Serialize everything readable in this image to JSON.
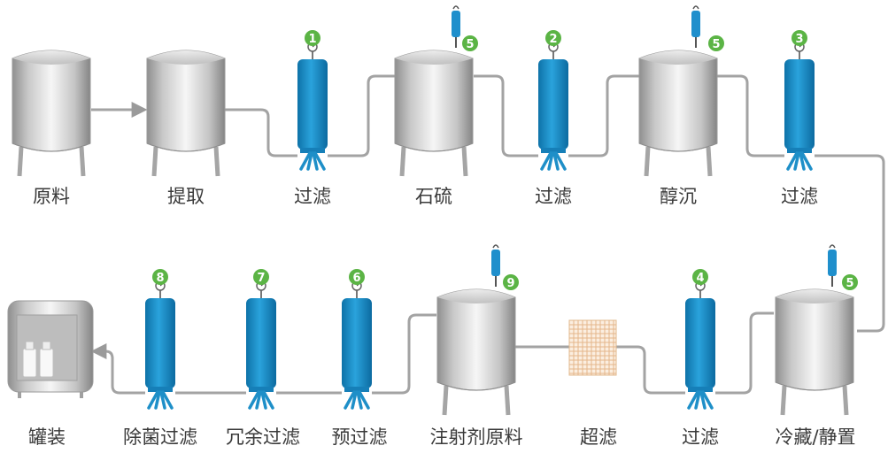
{
  "stages": {
    "s1": "原料",
    "s2": "提取",
    "s3": "过滤",
    "s4": "石硫",
    "s5": "过滤",
    "s6": "醇沉",
    "s7": "过滤",
    "s8": "罐装",
    "s9": "除菌过滤",
    "s10": "冗余过滤",
    "s11": "预过滤",
    "s12": "注射剂原料",
    "s13": "超滤",
    "s14": "过滤",
    "s15": "冷藏/静置"
  },
  "badges": {
    "b1": "1",
    "b2": "2",
    "b3": "3",
    "b4": "4",
    "b5a": "5",
    "b5b": "5",
    "b5c": "5",
    "b6": "6",
    "b7": "7",
    "b8": "8",
    "b9": "9"
  },
  "colors": {
    "pipe": "#a3a3a3",
    "filter_blue": "#1e8fc8",
    "badge_green": "#5bb445",
    "tank_steel": "#c4c4c4"
  }
}
